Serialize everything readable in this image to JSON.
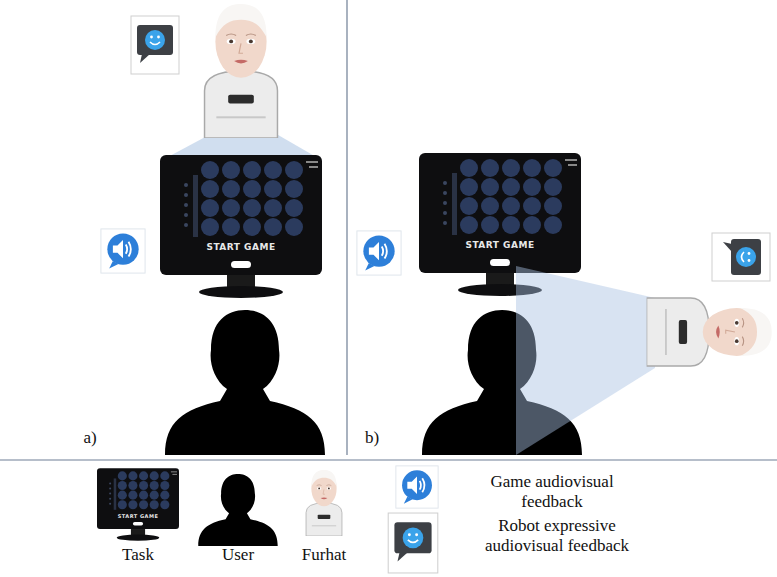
{
  "diagram": {
    "labels": [
      "a)",
      "b)",
      "START GAME",
      "START GAME",
      "START GAME"
    ],
    "legend": [
      {
        "text": "Task"
      },
      {
        "text": "User"
      },
      {
        "text": "Furhat"
      },
      {
        "text": "Game audiovisual feedback"
      },
      {
        "text": "Robot expressive audiovisual feedback"
      }
    ]
  }
}
